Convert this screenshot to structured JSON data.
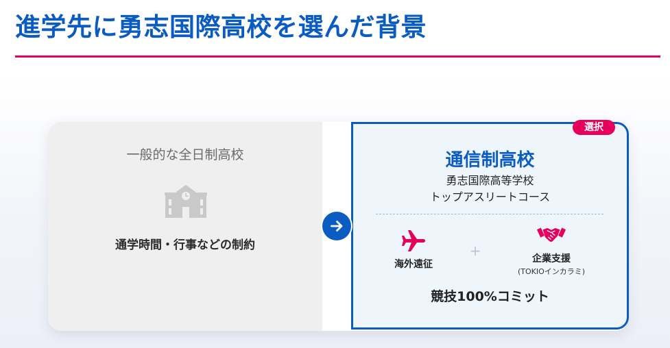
{
  "page": {
    "title": "進学先に勇志国際高校を選んだ背景"
  },
  "left_card": {
    "heading": "一般的な全日制高校",
    "icon": "school-building-icon",
    "caption": "通学時間・行事などの制約"
  },
  "transition": {
    "icon": "arrow-right-icon"
  },
  "right_card": {
    "badge": "選択",
    "heading": "通信制高校",
    "school_name": "勇志国際高等学校",
    "course_name": "トップアスリートコース",
    "features": [
      {
        "icon": "airplane-icon",
        "label": "海外遠征"
      },
      {
        "icon": "handshake-icon",
        "label": "企業支援",
        "note": "(TOKIOインカラミ)"
      }
    ],
    "plus": "+",
    "summary": "競技100%コミット"
  },
  "colors": {
    "accent_blue": "#0b5cc0",
    "accent_pink": "#e6005c",
    "muted_gray": "#c9c9c9"
  }
}
